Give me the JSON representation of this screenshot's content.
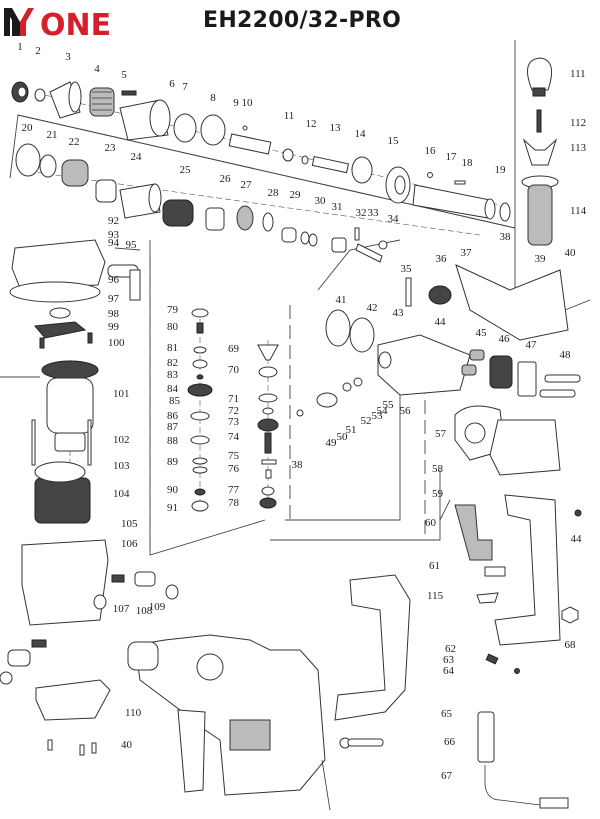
{
  "header": {
    "brand": "ONE",
    "brand_color": "#d4202a",
    "logo_mark_color": "#1a1a1a",
    "model_title": "EH2200/32-PRO"
  },
  "diagram": {
    "type": "exploded-parts-view",
    "subject": "rotary hammer drill",
    "part_labels": [
      "1",
      "2",
      "3",
      "4",
      "5",
      "6",
      "7",
      "8",
      "9",
      "10",
      "11",
      "12",
      "13",
      "14",
      "15",
      "16",
      "17",
      "18",
      "19",
      "20",
      "21",
      "22",
      "23",
      "24",
      "25",
      "26",
      "27",
      "28",
      "29",
      "30",
      "31",
      "32",
      "33",
      "34",
      "35",
      "36",
      "37",
      "38",
      "39",
      "40",
      "41",
      "42",
      "43",
      "44",
      "45",
      "46",
      "47",
      "48",
      "49",
      "50",
      "51",
      "52",
      "53",
      "54",
      "55",
      "56",
      "57",
      "58",
      "59",
      "60",
      "61",
      "62",
      "63",
      "64",
      "65",
      "66",
      "67",
      "68",
      "69",
      "70",
      "71",
      "72",
      "73",
      "74",
      "75",
      "76",
      "77",
      "78",
      "79",
      "80",
      "81",
      "82",
      "83",
      "84",
      "85",
      "86",
      "87",
      "88",
      "89",
      "90",
      "91",
      "92",
      "93",
      "94",
      "95",
      "96",
      "97",
      "98",
      "99",
      "100",
      "101",
      "102",
      "103",
      "104",
      "105",
      "106",
      "107",
      "108",
      "109",
      "110",
      "111",
      "112",
      "113",
      "114",
      "115"
    ]
  }
}
